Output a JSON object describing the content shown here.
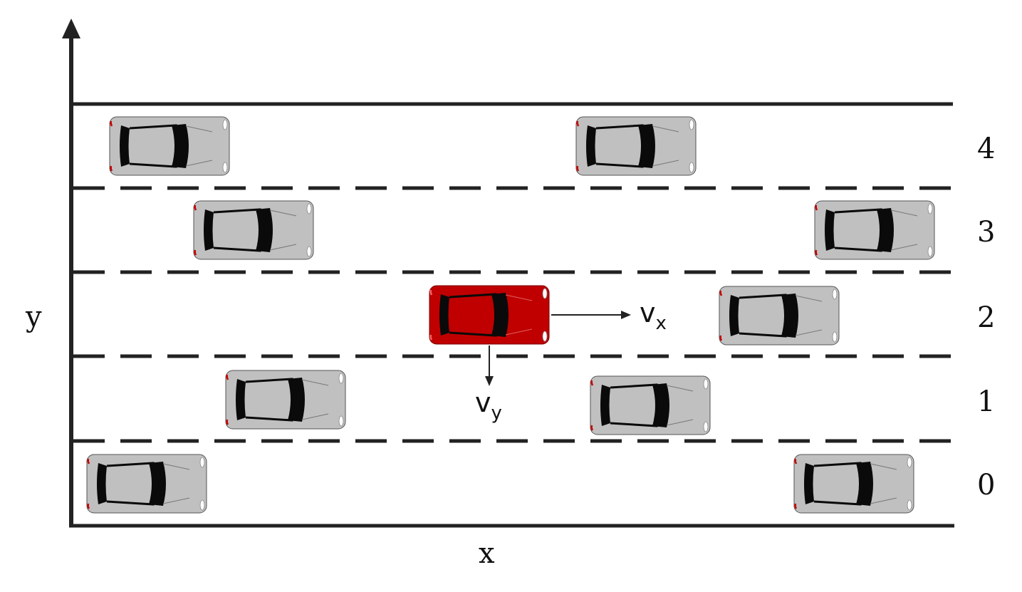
{
  "axes": {
    "x_label": "x",
    "y_label": "y"
  },
  "lanes": {
    "labels": [
      "0",
      "1",
      "2",
      "3",
      "4"
    ]
  },
  "vectors": {
    "vx_main": "v",
    "vx_sub": "x",
    "vy_main": "v",
    "vy_sub": "y"
  },
  "colors": {
    "road_line": "#222222",
    "car_body": "#c0c0c0",
    "ego_car_body": "#c00000",
    "window": "#0a0a0a",
    "taillight": "#cc0000"
  },
  "cars": [
    {
      "lane": 4,
      "ego": false
    },
    {
      "lane": 4,
      "ego": false
    },
    {
      "lane": 3,
      "ego": false
    },
    {
      "lane": 3,
      "ego": false
    },
    {
      "lane": 2,
      "ego": true
    },
    {
      "lane": 2,
      "ego": false
    },
    {
      "lane": 1,
      "ego": false
    },
    {
      "lane": 1,
      "ego": false
    },
    {
      "lane": 0,
      "ego": false
    },
    {
      "lane": 0,
      "ego": false
    }
  ]
}
